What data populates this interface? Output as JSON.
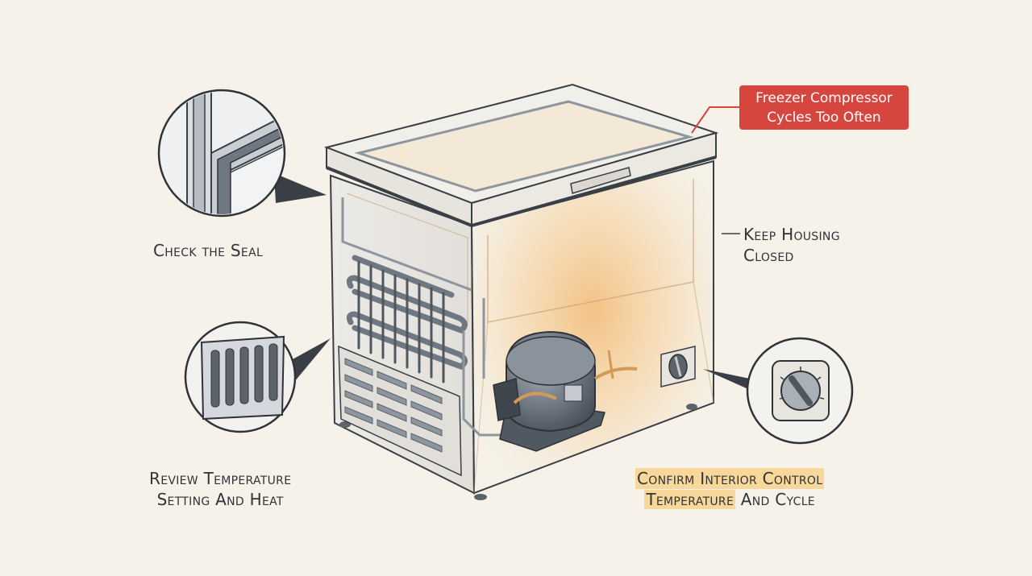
{
  "title": {
    "line1": "Freezer Compressor",
    "line2": "Cycles Too Often"
  },
  "labels": {
    "seal": "Check the Seal",
    "housing_line1": "Keep Housing",
    "housing_line2": "Closed",
    "vent_line1": "Review Temperature",
    "vent_line2": "Setting And Heat",
    "control_line1": "Confirm Interior Control",
    "control_line2_highlighted": "Temperature",
    "control_line2_rest": "And Cycle"
  },
  "colors": {
    "title_bg": "#d6463f",
    "title_border": "#d6463f",
    "highlight": "#f7d79a",
    "glow": "#f3b971",
    "line": "#3a3f45"
  },
  "icons": [
    "door-seal-icon",
    "vent-grille-icon",
    "thermostat-dial-icon",
    "compressor-icon"
  ]
}
